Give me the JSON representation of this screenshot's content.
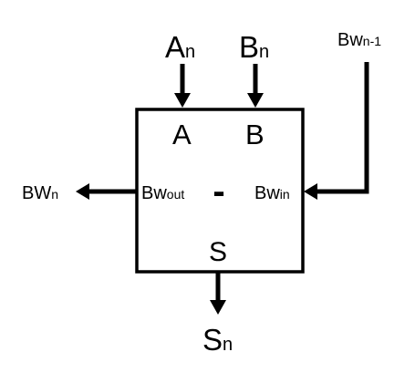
{
  "diagram": {
    "inputs": {
      "a_n": {
        "base": "A",
        "sub": "n"
      },
      "b_n": {
        "base": "B",
        "sub": "n"
      },
      "bw_n_minus_1": {
        "base": "Bw",
        "sub": "n-1"
      }
    },
    "block": {
      "port_a": "A",
      "port_b": "B",
      "port_bw_out": {
        "base": "Bw",
        "sub": "out"
      },
      "port_bw_in": {
        "base": "Bw",
        "sub": "in"
      },
      "operation": "-",
      "port_s": "S"
    },
    "outputs": {
      "bw_n": {
        "base": "BW",
        "sub": "n"
      },
      "s_n": {
        "base": "S",
        "sub": "n"
      }
    }
  }
}
